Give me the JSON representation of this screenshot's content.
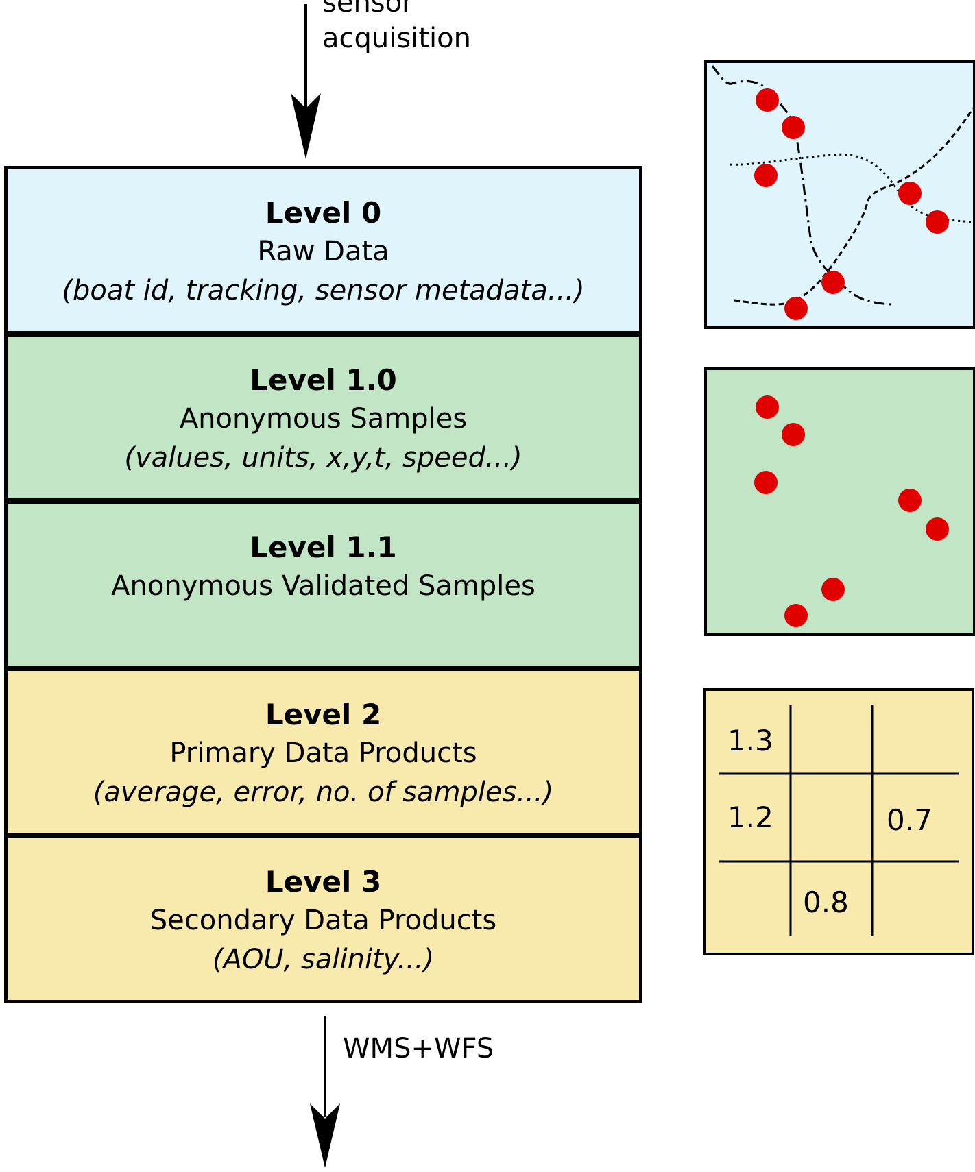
{
  "flow": {
    "top_label_line1": "sensor",
    "top_label_line2": "acquisition",
    "bottom_label": "WMS+WFS"
  },
  "levels": [
    {
      "title": "Level 0",
      "subtitle": "Raw Data",
      "description": "(boat id, tracking, sensor metadata...)"
    },
    {
      "title": "Level 1.0",
      "subtitle": "Anonymous Samples",
      "description": "(values, units, x,y,t, speed...)"
    },
    {
      "title": "Level 1.1",
      "subtitle": "Anonymous Validated Samples",
      "description": ""
    },
    {
      "title": "Level 2",
      "subtitle": "Primary Data Products",
      "description": "(average, error, no. of samples...)"
    },
    {
      "title": "Level 3",
      "subtitle": "Secondary Data Products",
      "description": "(AOU, salinity...)"
    }
  ],
  "grid_values": {
    "r1c1": "1.3",
    "r2c1": "1.2",
    "r2c3": "0.7",
    "r3c2": "0.8"
  },
  "colors": {
    "level0": "#dff4fb",
    "level1": "#c2e6c5",
    "level2_3": "#f8e9ad",
    "sample_dot": "#e00000"
  }
}
